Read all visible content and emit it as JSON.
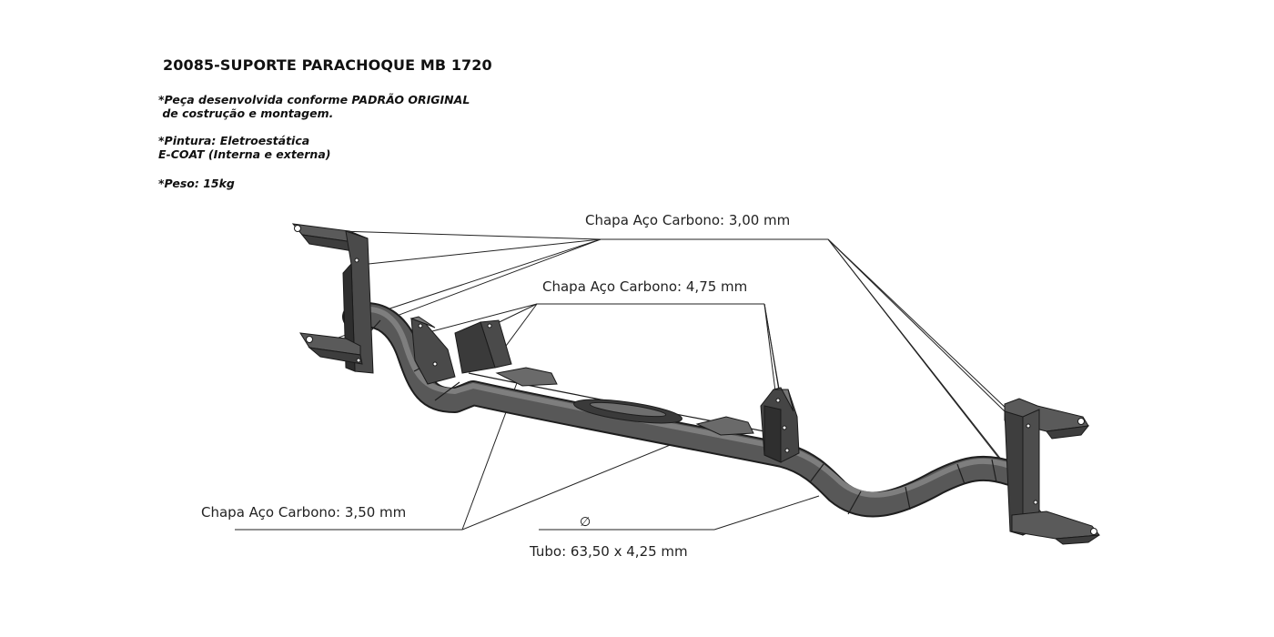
{
  "title": "20085-SUPORTE PARACHOQUE MB 1720",
  "notes": {
    "design": "*Peça desenvolvida conforme PADRÃO ORIGINAL\n de costrução e montagem.",
    "paint": "*Pintura: Eletroestática\nE-COAT (Interna e externa)",
    "weight": "*Peso: 15kg"
  },
  "callouts": {
    "plate_300": "Chapa Aço Carbono: 3,00 mm",
    "plate_475": "Chapa Aço Carbono: 4,75 mm",
    "plate_350": "Chapa Aço Carbono: 3,50 mm",
    "tube": "Tubo: 63,50 x 4,25 mm",
    "diameter_symbol": "∅"
  },
  "colors": {
    "tube_fill": "#5c5c5c",
    "tube_edge": "#1e1e1e",
    "plate_fill": "#4a4a4a",
    "plate_light": "#7a7a7a",
    "leader": "#222222"
  }
}
